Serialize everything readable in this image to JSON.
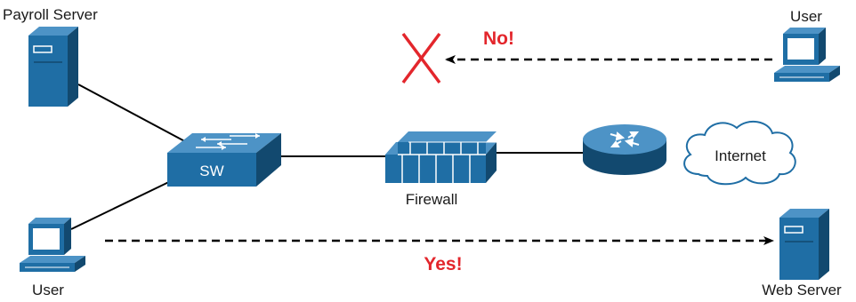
{
  "colors": {
    "device_blue": "#1f6ea5",
    "device_dark": "#12496f",
    "device_light": "#4d93c6",
    "red": "#e3262c",
    "line": "#000000",
    "cloud_stroke": "#1f6ea5"
  },
  "nodes": {
    "payroll_server": {
      "label": "Payroll Server",
      "icon": "server-icon"
    },
    "switch": {
      "label": "SW",
      "icon": "switch-icon"
    },
    "firewall": {
      "label": "Firewall",
      "icon": "firewall-icon"
    },
    "router": {
      "label": "",
      "icon": "router-icon"
    },
    "internet": {
      "label": "Internet",
      "icon": "cloud-icon"
    },
    "user_top": {
      "label": "User",
      "icon": "pc-icon"
    },
    "user_bottom": {
      "label": "User",
      "icon": "pc-icon"
    },
    "web_server": {
      "label": "Web Server",
      "icon": "server-icon"
    }
  },
  "flows": {
    "blocked": {
      "label": "No!",
      "icon": "red-x-icon"
    },
    "allowed": {
      "label": "Yes!"
    }
  }
}
